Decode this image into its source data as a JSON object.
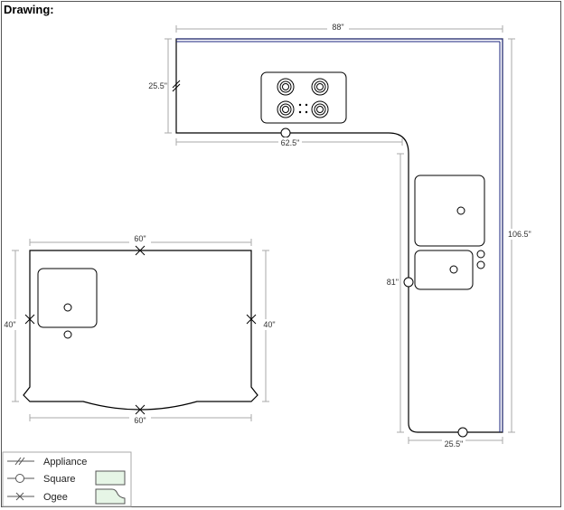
{
  "page": {
    "title": "Drawing:"
  },
  "dimensions": {
    "top_width": "88\"",
    "top_depth": "25.5\"",
    "top_inner": "62.5\"",
    "right_total": "106.5\"",
    "right_inner": "81\"",
    "right_bottom_width": "25.5\"",
    "island_top": "60\"",
    "island_bottom": "60\"",
    "island_left": "40\"",
    "island_right": "40\""
  },
  "legend": {
    "items": [
      {
        "label": "Appliance",
        "symbol": "appliance"
      },
      {
        "label": "Square",
        "symbol": "square"
      },
      {
        "label": "Ogee",
        "symbol": "ogee"
      }
    ]
  },
  "colors": {
    "outline": "#000000",
    "dimension": "#aaaaaa",
    "backsplash": "#1a237e",
    "legend_swatch": "#e6f5e6"
  }
}
